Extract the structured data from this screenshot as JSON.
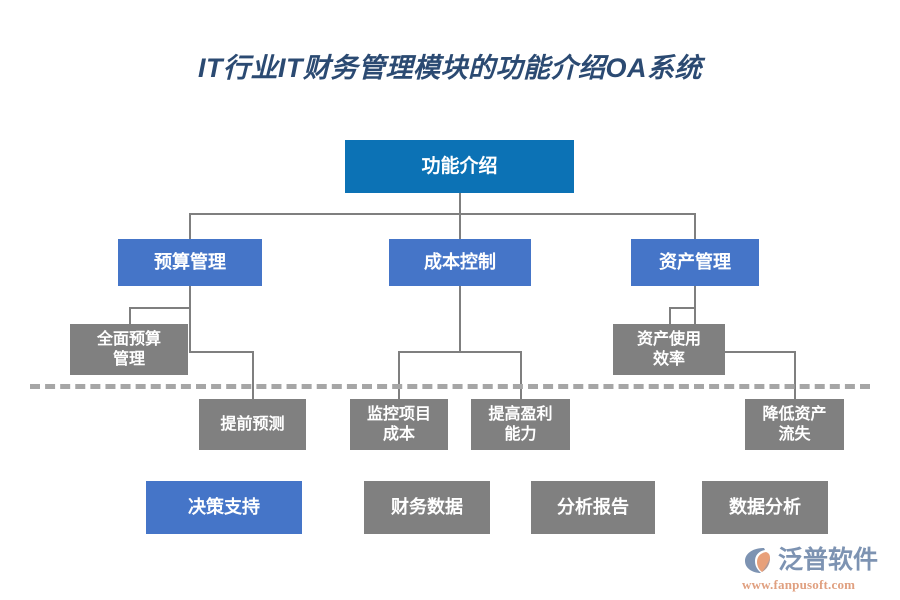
{
  "title": "IT行业IT财务管理模块的功能介绍OA系统",
  "colors": {
    "root_blue": "#0c72b5",
    "level2_blue": "#4575c8",
    "gray": "#808080",
    "connector": "#7f7f7f",
    "divider": "#a6a6a6",
    "title_text": "#2b4a72",
    "logo_word": "#7d93b2",
    "logo_url": "#e0a080",
    "logo_accent": "#e8a07a"
  },
  "diagram": {
    "root": {
      "label": "功能介绍"
    },
    "level2": [
      {
        "label": "预算管理"
      },
      {
        "label": "成本控制"
      },
      {
        "label": "资产管理"
      }
    ],
    "level3": [
      {
        "label": "全面预算\n管理"
      },
      {
        "label": "资产使用\n效率"
      }
    ],
    "level4": [
      {
        "label": "提前预测"
      },
      {
        "label": "监控项目\n成本"
      },
      {
        "label": "提高盈利\n能力"
      },
      {
        "label": "降低资产\n流失"
      }
    ],
    "bottom": [
      {
        "label": "决策支持",
        "style": "blue"
      },
      {
        "label": "财务数据",
        "style": "gray"
      },
      {
        "label": "分析报告",
        "style": "gray"
      },
      {
        "label": "数据分析",
        "style": "gray"
      }
    ]
  },
  "logo": {
    "brand": "泛普软件",
    "url": "www.fanpusoft.com"
  }
}
